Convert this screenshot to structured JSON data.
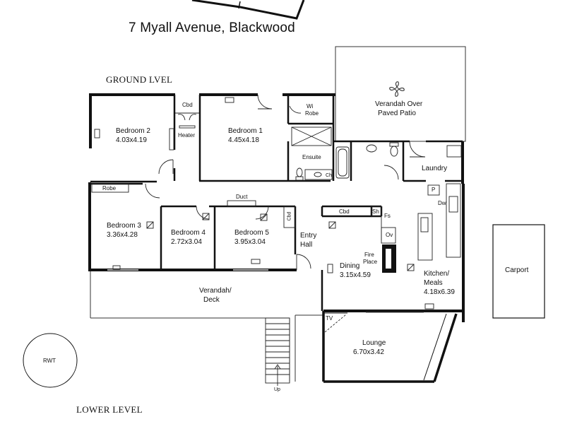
{
  "title": "7 Myall Avenue, Blackwood",
  "levels": {
    "ground": "GROUND LVEL",
    "lower": "LOWER LEVEL"
  },
  "rooms": {
    "bedroom2": {
      "name": "Bedroom 2",
      "size": "4.03x4.19"
    },
    "bedroom1": {
      "name": "Bedroom 1",
      "size": "4.45x4.18"
    },
    "bedroom3": {
      "name": "Bedroom 3",
      "size": "3.36x4.28"
    },
    "bedroom4": {
      "name": "Bedroom 4",
      "size": "2.72x3.04"
    },
    "bedroom5": {
      "name": "Bedroom 5",
      "size": "3.95x3.04"
    },
    "dining": {
      "name": "Dining",
      "size": "3.15x4.59"
    },
    "kitchen": {
      "name1": "Kitchen/",
      "name2": "Meals",
      "size": "4.18x6.39"
    },
    "lounge": {
      "name": "Lounge",
      "size": "6.70x3.42"
    }
  },
  "labels": {
    "cbd": "Cbd",
    "heater": "Heater",
    "wi1": "Wi",
    "wi2": "Robe",
    "ensuite": "Ensuite",
    "verandah_patio1": "Verandah Over",
    "verandah_patio2": "Paved Patio",
    "laundry": "Laundry",
    "p": "P",
    "dw": "Dw",
    "robe": "Robe",
    "duct": "Duct",
    "cbd_small": "Cbd",
    "cbd_hall": "Cbd",
    "sh": "Sh",
    "fs": "Fs",
    "ov": "Ov",
    "fire1": "Fire",
    "fire2": "Place",
    "entry1": "Entry",
    "entry2": "Hall",
    "deck1": "Verandah/",
    "deck2": "Deck",
    "tv": "TV",
    "carport": "Carport",
    "rwt": "RWT",
    "up": "Up",
    "ch": "Ch"
  }
}
